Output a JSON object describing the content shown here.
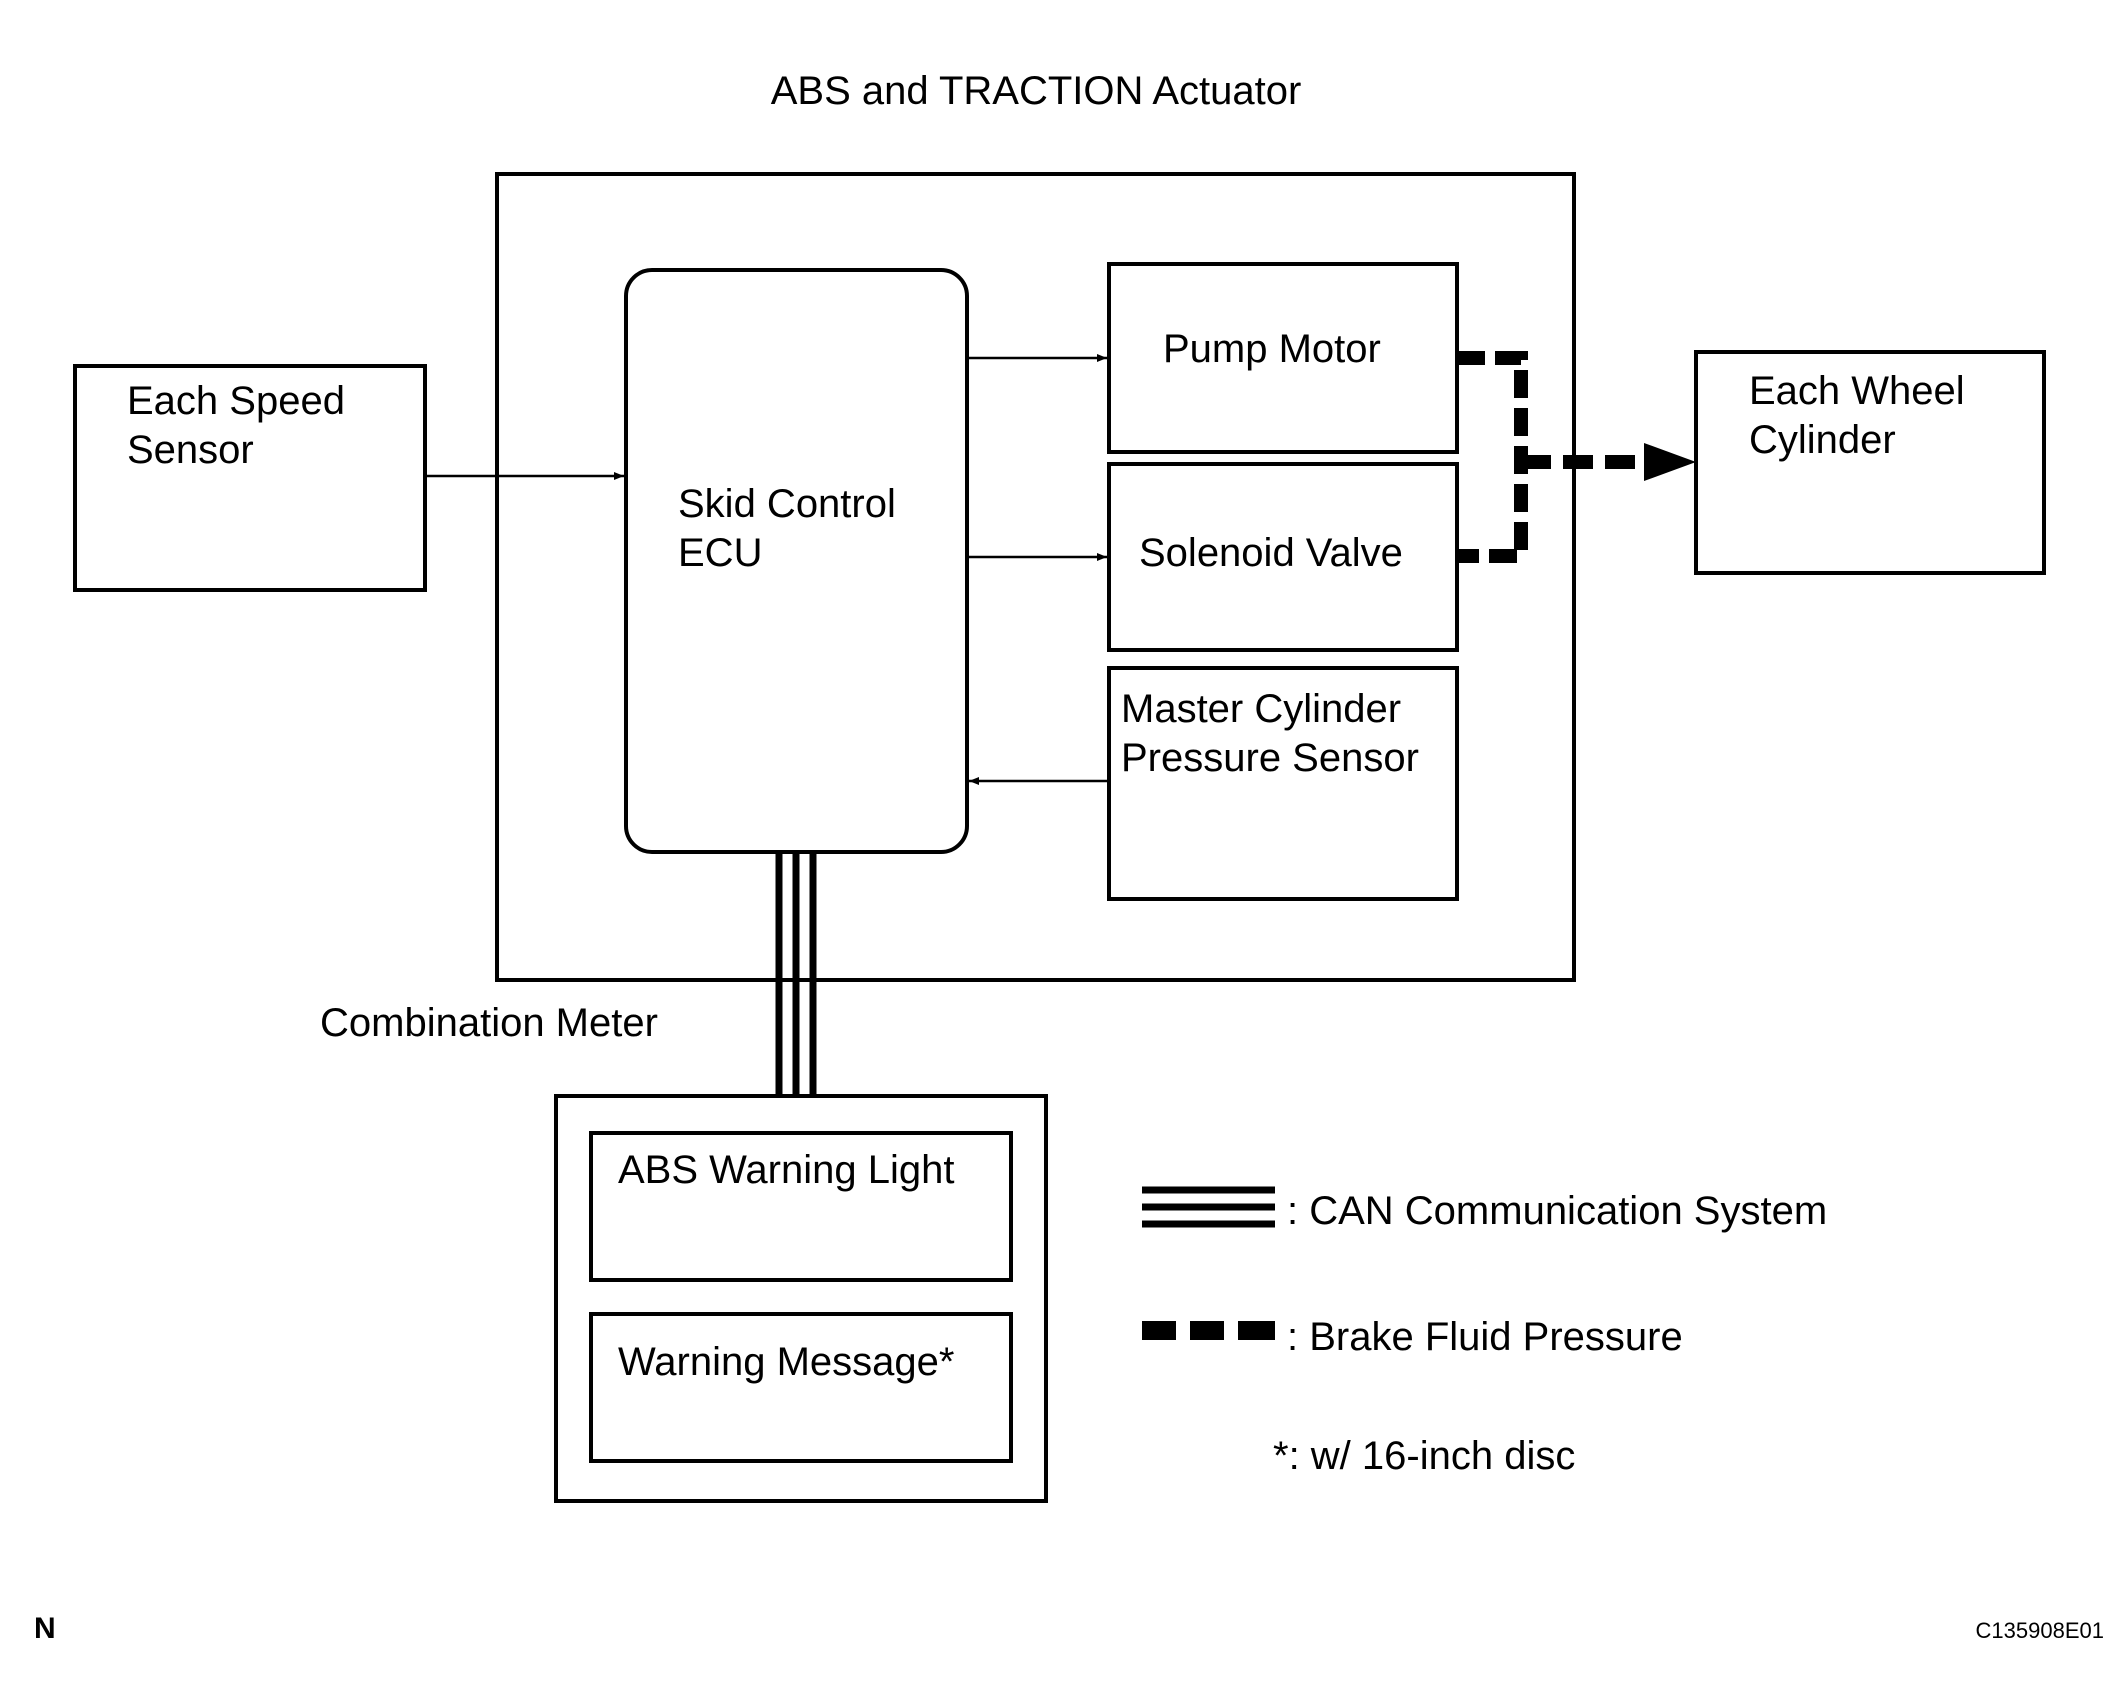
{
  "actuator": {
    "title": "ABS and TRACTION Actuator"
  },
  "speed_sensor": {
    "line1": "Each Speed",
    "line2": "Sensor"
  },
  "ecu": {
    "line1": "Skid Control",
    "line2": "ECU"
  },
  "pump_motor": {
    "label": "Pump Motor"
  },
  "solenoid_valve": {
    "label": "Solenoid Valve"
  },
  "master_cylinder_sensor": {
    "line1": "Master Cylinder",
    "line2": "Pressure Sensor"
  },
  "wheel_cylinder": {
    "line1": "Each Wheel",
    "line2": "Cylinder"
  },
  "combination_meter": {
    "label": "Combination Meter",
    "abs_warning_light": "ABS Warning Light",
    "warning_message": "Warning Message*"
  },
  "legend": {
    "can": ": CAN Communication System",
    "brake": ": Brake Fluid Pressure",
    "note": "*: w/ 16-inch disc"
  },
  "footer": {
    "left_mark": "N",
    "figure_code": "C135908E01"
  }
}
